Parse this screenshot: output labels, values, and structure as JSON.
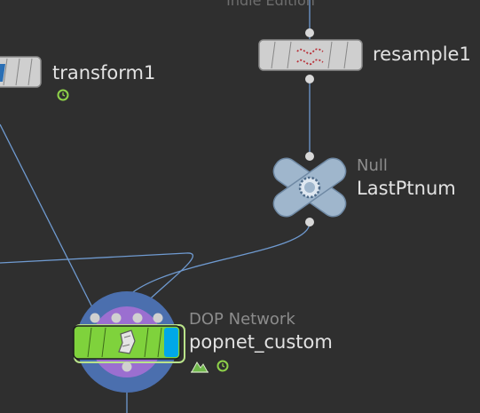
{
  "network": {
    "watermark": "Indie Edition"
  },
  "nodes": {
    "transform": {
      "name": "transform1",
      "flags": [
        "time-dependent-icon"
      ]
    },
    "resample": {
      "name": "resample1"
    },
    "null": {
      "type": "Null",
      "name": "LastPtnum"
    },
    "dop": {
      "type": "DOP Network",
      "name": "popnet_custom",
      "flags": [
        "dop-sim-icon",
        "time-dependent-icon"
      ]
    }
  },
  "colors": {
    "background": "#2f2f2f",
    "wire": "#6f9ad0",
    "node_body": "#cfcfcf",
    "null_body": "#9fb6cc",
    "dop_body": "#7fd23c",
    "dop_ring": "#4b6fae",
    "dop_inner": "#9b6fd0",
    "display_flag": "#00a8e8"
  }
}
